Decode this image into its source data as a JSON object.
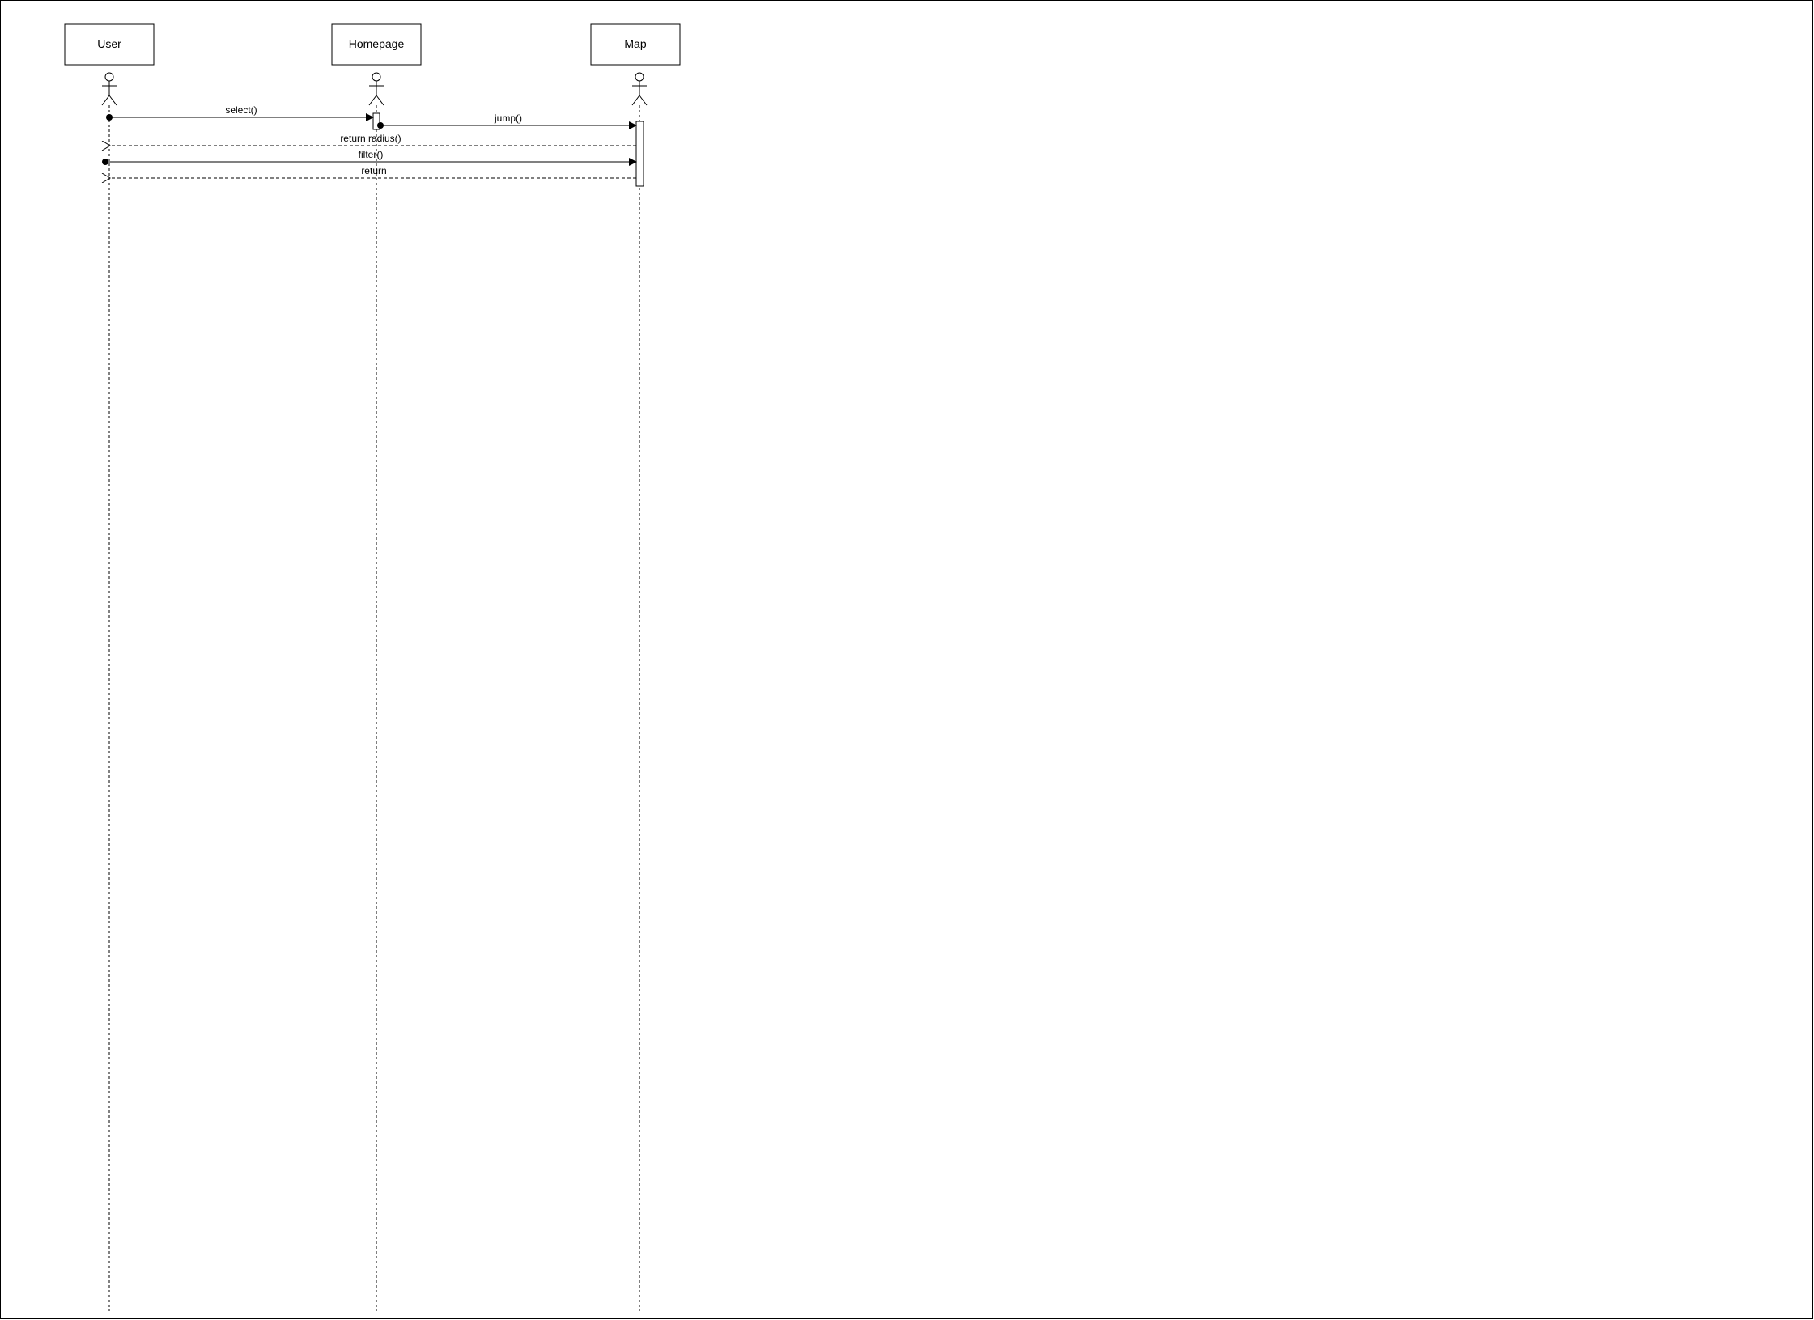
{
  "diagram": {
    "type": "sequence",
    "participants": [
      {
        "id": "user",
        "label": "User"
      },
      {
        "id": "homepage",
        "label": "Homepage"
      },
      {
        "id": "map",
        "label": "Map"
      }
    ],
    "messages": [
      {
        "id": "m1",
        "label": "select()",
        "from": "user",
        "to": "homepage",
        "kind": "sync"
      },
      {
        "id": "m2",
        "label": "jump()",
        "from": "homepage",
        "to": "map",
        "kind": "sync"
      },
      {
        "id": "m3",
        "label": "return radius()",
        "from": "map",
        "to": "user",
        "kind": "return"
      },
      {
        "id": "m4",
        "label": "filter()",
        "from": "user",
        "to": "map",
        "kind": "sync"
      },
      {
        "id": "m5",
        "label": "return",
        "from": "map",
        "to": "user",
        "kind": "return"
      }
    ]
  }
}
